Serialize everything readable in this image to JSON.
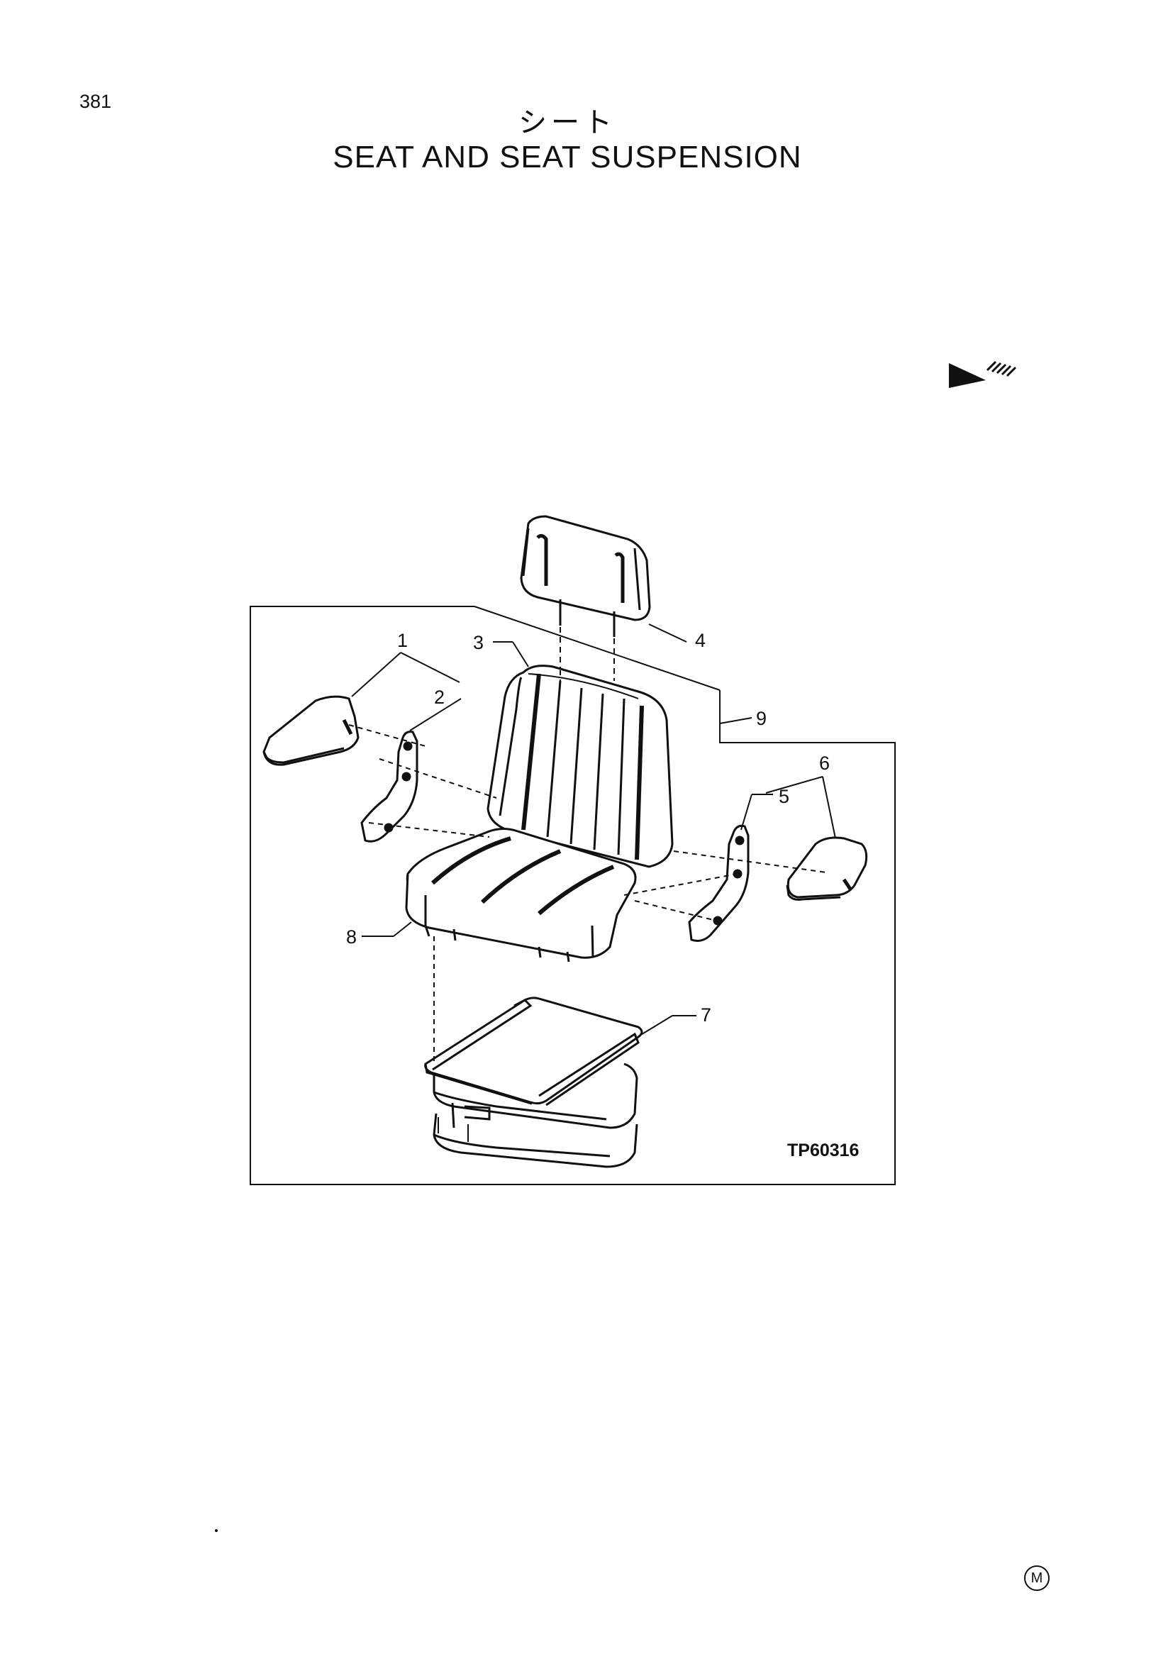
{
  "page_number": "381",
  "title_jp": "シート",
  "title_en": "SEAT AND SEAT SUSPENSION",
  "figure_code": "TP60316",
  "corner_mark": "M",
  "callouts": {
    "c1": "1",
    "c2": "2",
    "c3": "3",
    "c4": "4",
    "c5": "5",
    "c6": "6",
    "c7": "7",
    "c8": "8",
    "c9": "9"
  }
}
